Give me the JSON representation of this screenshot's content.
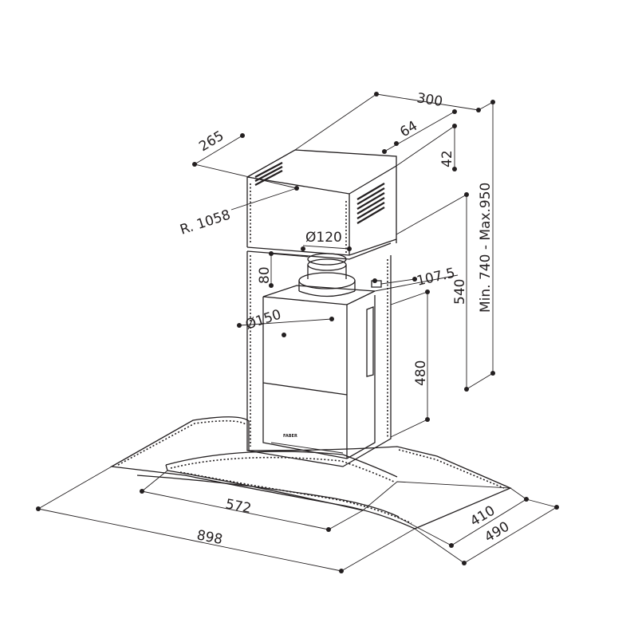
{
  "dimensions": {
    "chimney_depth": "300",
    "chimney_width": "265",
    "chimney_offset": "64",
    "top_gap": "42",
    "radius": "R. 1058",
    "outlet_diameter": "Ø120",
    "motor_diameter": "Ø150",
    "outlet_height": "80",
    "outlet_offset": "107.5",
    "upper_height": "540",
    "lower_height": "480",
    "total_height": "Min. 740 - Max.950",
    "glass_inner_width": "572",
    "glass_outer_width": "898",
    "glass_inner_depth": "410",
    "glass_outer_depth": "490"
  },
  "brand_logo": "FABER"
}
